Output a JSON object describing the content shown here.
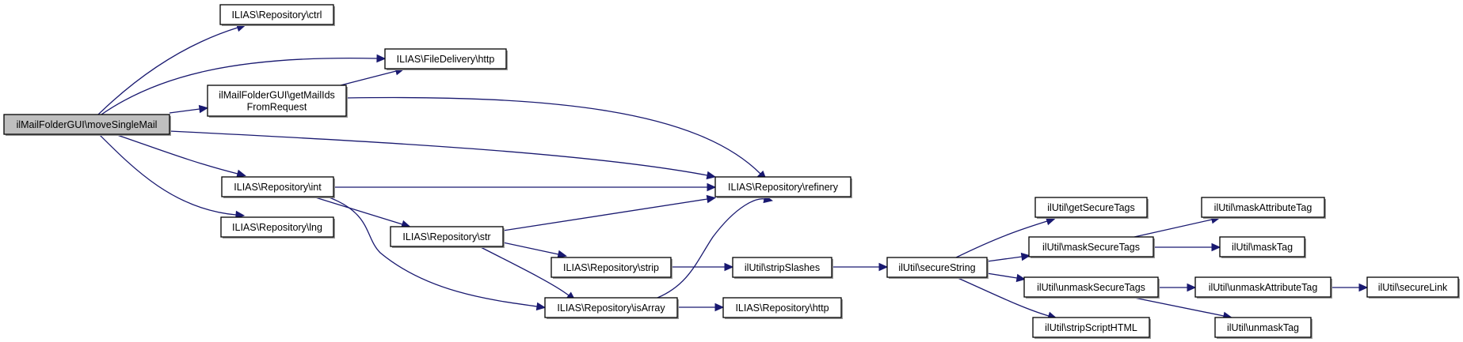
{
  "diagram": {
    "type": "call-graph",
    "colors": {
      "edge": "#191970",
      "root_fill": "#bfbfbf",
      "node_fill": "#ffffff",
      "node_border": "#000000"
    },
    "nodes": [
      {
        "id": "root",
        "lines": [
          "ilMailFolderGUI\\moveSingleMail"
        ],
        "root": true
      },
      {
        "id": "ctrl",
        "lines": [
          "ILIAS\\Repository\\ctrl"
        ]
      },
      {
        "id": "fd_http",
        "lines": [
          "ILIAS\\FileDelivery\\http"
        ]
      },
      {
        "id": "getMailIds",
        "lines": [
          "ilMailFolderGUI\\getMailIds",
          "FromRequest"
        ]
      },
      {
        "id": "int",
        "lines": [
          "ILIAS\\Repository\\int"
        ]
      },
      {
        "id": "lng",
        "lines": [
          "ILIAS\\Repository\\lng"
        ]
      },
      {
        "id": "refinery",
        "lines": [
          "ILIAS\\Repository\\refinery"
        ]
      },
      {
        "id": "str",
        "lines": [
          "ILIAS\\Repository\\str"
        ]
      },
      {
        "id": "strip",
        "lines": [
          "ILIAS\\Repository\\strip"
        ]
      },
      {
        "id": "isArray",
        "lines": [
          "ILIAS\\Repository\\isArray"
        ]
      },
      {
        "id": "repo_http",
        "lines": [
          "ILIAS\\Repository\\http"
        ]
      },
      {
        "id": "stripSlashes",
        "lines": [
          "ilUtil\\stripSlashes"
        ]
      },
      {
        "id": "secureString",
        "lines": [
          "ilUtil\\secureString"
        ]
      },
      {
        "id": "getSecureTags",
        "lines": [
          "ilUtil\\getSecureTags"
        ]
      },
      {
        "id": "maskSecureTags",
        "lines": [
          "ilUtil\\maskSecureTags"
        ]
      },
      {
        "id": "unmaskSecureTags",
        "lines": [
          "ilUtil\\unmaskSecureTags"
        ]
      },
      {
        "id": "stripScriptHTML",
        "lines": [
          "ilUtil\\stripScriptHTML"
        ]
      },
      {
        "id": "maskAttributeTag",
        "lines": [
          "ilUtil\\maskAttributeTag"
        ]
      },
      {
        "id": "maskTag",
        "lines": [
          "ilUtil\\maskTag"
        ]
      },
      {
        "id": "unmaskAttributeTag",
        "lines": [
          "ilUtil\\unmaskAttributeTag"
        ]
      },
      {
        "id": "secureLink",
        "lines": [
          "ilUtil\\secureLink"
        ]
      },
      {
        "id": "unmaskTag",
        "lines": [
          "ilUtil\\unmaskTag"
        ]
      }
    ],
    "edges": [
      {
        "from": "root",
        "to": "ctrl"
      },
      {
        "from": "root",
        "to": "fd_http"
      },
      {
        "from": "root",
        "to": "getMailIds"
      },
      {
        "from": "root",
        "to": "refinery"
      },
      {
        "from": "root",
        "to": "int"
      },
      {
        "from": "root",
        "to": "lng"
      },
      {
        "from": "getMailIds",
        "to": "fd_http"
      },
      {
        "from": "getMailIds",
        "to": "refinery"
      },
      {
        "from": "int",
        "to": "refinery"
      },
      {
        "from": "int",
        "to": "str"
      },
      {
        "from": "int",
        "to": "isArray"
      },
      {
        "from": "str",
        "to": "refinery"
      },
      {
        "from": "str",
        "to": "strip"
      },
      {
        "from": "str",
        "to": "isArray"
      },
      {
        "from": "isArray",
        "to": "refinery"
      },
      {
        "from": "isArray",
        "to": "repo_http"
      },
      {
        "from": "strip",
        "to": "stripSlashes"
      },
      {
        "from": "stripSlashes",
        "to": "secureString"
      },
      {
        "from": "secureString",
        "to": "getSecureTags"
      },
      {
        "from": "secureString",
        "to": "maskSecureTags"
      },
      {
        "from": "secureString",
        "to": "unmaskSecureTags"
      },
      {
        "from": "secureString",
        "to": "stripScriptHTML"
      },
      {
        "from": "maskSecureTags",
        "to": "maskAttributeTag"
      },
      {
        "from": "maskSecureTags",
        "to": "maskTag"
      },
      {
        "from": "unmaskSecureTags",
        "to": "unmaskAttributeTag"
      },
      {
        "from": "unmaskSecureTags",
        "to": "unmaskTag"
      },
      {
        "from": "unmaskAttributeTag",
        "to": "secureLink"
      }
    ]
  }
}
